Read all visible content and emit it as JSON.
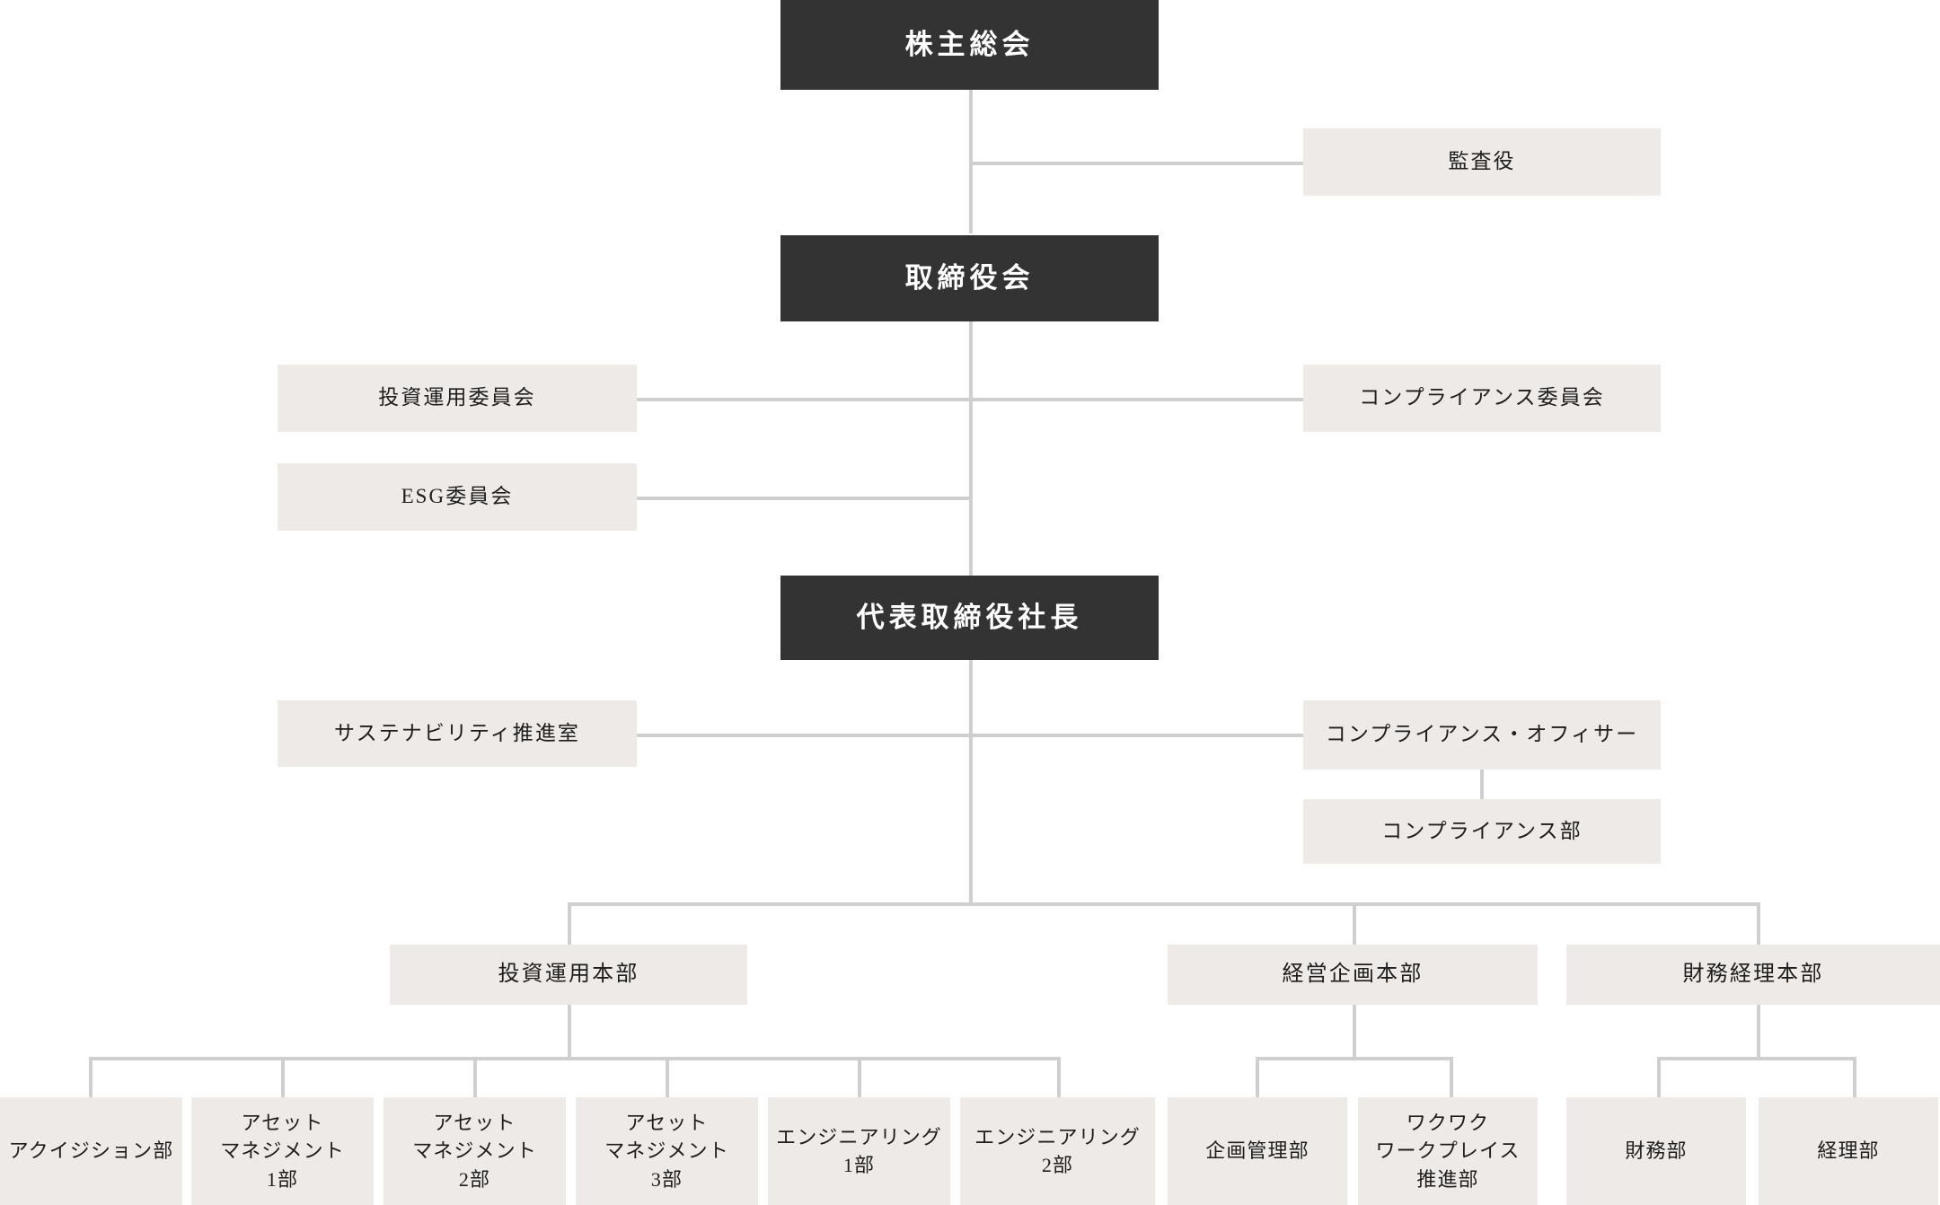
{
  "meta": {
    "title": "組織図",
    "colors": {
      "background": "#ffffff",
      "dark_box": "#333333",
      "dark_box_text": "#ffffff",
      "light_box": "#eeeae7",
      "light_box_text": "#1d1d1d",
      "connector_line": "#cfcfcf"
    }
  },
  "chart_data": {
    "type": "diagram",
    "diagram_type": "organization-chart",
    "orientation": "top-down",
    "levels": [
      {
        "level": 1,
        "nodes": [
          "株主総会"
        ]
      },
      {
        "level": 2,
        "nodes": [
          "監査役"
        ]
      },
      {
        "level": 3,
        "nodes": [
          "取締役会"
        ]
      },
      {
        "level": 4,
        "nodes": [
          "投資運用委員会",
          "コンプライアンス委員会",
          "ESG委員会"
        ]
      },
      {
        "level": 5,
        "nodes": [
          "代表取締役社長"
        ]
      },
      {
        "level": 6,
        "nodes": [
          "サステナビリティ推進室",
          "コンプライアンス・オフィサー",
          "コンプライアンス部"
        ]
      },
      {
        "level": 7,
        "nodes": [
          "投資運用本部",
          "経営企画本部",
          "財務経理本部"
        ]
      },
      {
        "level": 8,
        "nodes": [
          "アクイジション部",
          "アセットマネジメント1部",
          "アセットマネジメント2部",
          "アセットマネジメント3部",
          "エンジニアリング1部",
          "エンジニアリング2部",
          "企画管理部",
          "ワクワクワークプレイス推進部",
          "財務部",
          "経理部"
        ]
      }
    ],
    "edges": [
      {
        "from": "株主総会",
        "to": "監査役"
      },
      {
        "from": "株主総会",
        "to": "取締役会"
      },
      {
        "from": "取締役会",
        "to": "投資運用委員会"
      },
      {
        "from": "取締役会",
        "to": "コンプライアンス委員会"
      },
      {
        "from": "取締役会",
        "to": "ESG委員会"
      },
      {
        "from": "取締役会",
        "to": "代表取締役社長"
      },
      {
        "from": "代表取締役社長",
        "to": "サステナビリティ推進室"
      },
      {
        "from": "代表取締役社長",
        "to": "コンプライアンス・オフィサー"
      },
      {
        "from": "コンプライアンス・オフィサー",
        "to": "コンプライアンス部"
      },
      {
        "from": "代表取締役社長",
        "to": "投資運用本部"
      },
      {
        "from": "代表取締役社長",
        "to": "経営企画本部"
      },
      {
        "from": "代表取締役社長",
        "to": "財務経理本部"
      },
      {
        "from": "投資運用本部",
        "to": "アクイジション部"
      },
      {
        "from": "投資運用本部",
        "to": "アセットマネジメント1部"
      },
      {
        "from": "投資運用本部",
        "to": "アセットマネジメント2部"
      },
      {
        "from": "投資運用本部",
        "to": "アセットマネジメント3部"
      },
      {
        "from": "投資運用本部",
        "to": "エンジニアリング1部"
      },
      {
        "from": "投資運用本部",
        "to": "エンジニアリング2部"
      },
      {
        "from": "経営企画本部",
        "to": "企画管理部"
      },
      {
        "from": "経営企画本部",
        "to": "ワクワクワークプレイス推進部"
      },
      {
        "from": "財務経理本部",
        "to": "財務部"
      },
      {
        "from": "財務経理本部",
        "to": "経理部"
      }
    ]
  },
  "nodes": {
    "shareholders_meeting": "株主総会",
    "auditor": "監査役",
    "board_of_directors": "取締役会",
    "investment_management_committee": "投資運用委員会",
    "compliance_committee": "コンプライアンス委員会",
    "esg_committee": "ESG委員会",
    "president": "代表取締役社長",
    "sustainability_office": "サステナビリティ推進室",
    "compliance_officer": "コンプライアンス・オフィサー",
    "compliance_department": "コンプライアンス部",
    "investment_division": "投資運用本部",
    "corporate_planning_division": "経営企画本部",
    "finance_accounting_division": "財務経理本部",
    "acquisition_dept": "アクイジション部",
    "asset_management_1": {
      "line1": "アセット",
      "line2": "マネジメント",
      "line3": "1部"
    },
    "asset_management_2": {
      "line1": "アセット",
      "line2": "マネジメント",
      "line3": "2部"
    },
    "asset_management_3": {
      "line1": "アセット",
      "line2": "マネジメント",
      "line3": "3部"
    },
    "engineering_1": {
      "line1": "エンジニアリング",
      "line2": "1部"
    },
    "engineering_2": {
      "line1": "エンジニアリング",
      "line2": "2部"
    },
    "planning_management_dept": "企画管理部",
    "wakuwaku_workplace_dept": {
      "line1": "ワクワク",
      "line2": "ワークプレイス",
      "line3": "推進部"
    },
    "finance_dept": "財務部",
    "accounting_dept": "経理部"
  }
}
